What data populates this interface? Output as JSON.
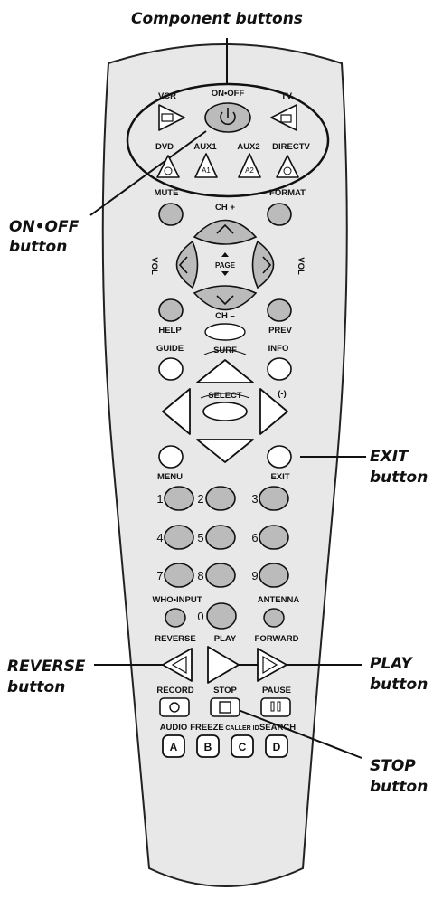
{
  "callouts": {
    "component_buttons": "Component buttons",
    "on_off_1": "ON•OFF",
    "on_off_2": "button",
    "exit_1": "EXIT",
    "exit_2": "button",
    "reverse_1": "REVERSE",
    "reverse_2": "button",
    "play_1": "PLAY",
    "play_2": "button",
    "stop_1": "STOP",
    "stop_2": "button"
  },
  "remote_labels": {
    "vcr": "VCR",
    "on_off": "ON•OFF",
    "tv": "TV",
    "dvd": "DVD",
    "aux1": "AUX1",
    "aux2": "AUX2",
    "directv": "DIRECTV",
    "aux1_icon": "A1",
    "aux2_icon": "A2",
    "mute": "MUTE",
    "format": "FORMAT",
    "ch_plus": "CH +",
    "vol_left": "VOL",
    "vol_right": "VOL",
    "page": "PAGE",
    "help": "HELP",
    "ch_minus": "CH –",
    "prev": "PREV",
    "guide": "GUIDE",
    "surf": "SURF",
    "info": "INFO",
    "select": "SELECT",
    "dash": "(-)",
    "menu": "MENU",
    "exit": "EXIT",
    "who_input": "WHO•INPUT",
    "antenna": "ANTENNA",
    "reverse": "REVERSE",
    "play": "PLAY",
    "forward": "FORWARD",
    "record": "RECORD",
    "stop": "STOP",
    "pause": "PAUSE",
    "audio": "AUDIO",
    "freeze": "FREEZE",
    "caller_id": "CALLER ID",
    "search": "SEARCH",
    "key_a": "A",
    "key_b": "B",
    "key_c": "C",
    "key_d": "D",
    "digits": [
      "1",
      "2",
      "3",
      "4",
      "5",
      "6",
      "7",
      "8",
      "9",
      "0"
    ]
  }
}
